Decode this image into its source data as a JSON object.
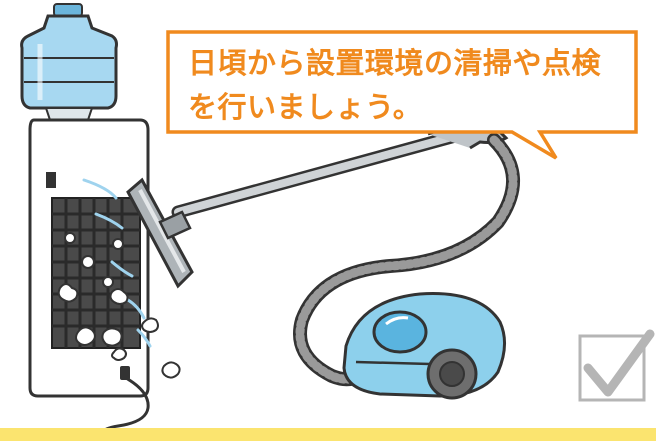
{
  "speech_bubble": {
    "line1": "日頃から設置環境の清掃や点検",
    "line2": "を行いましょう。"
  },
  "colors": {
    "accent_orange": "#f08a1e",
    "bubble_fill": "#ffffff",
    "vacuum_blue": "#8dd0ec",
    "hose_gray": "#8c8c8c",
    "checkmark_gray": "#b5b5b5",
    "band_yellow": "#fbe46f",
    "bottle_blue": "#9fd3ee"
  },
  "icons": [
    "water-server",
    "water-bottle",
    "vacuum-cleaner",
    "dust-clumps",
    "power-plug",
    "checkmark-icon"
  ]
}
